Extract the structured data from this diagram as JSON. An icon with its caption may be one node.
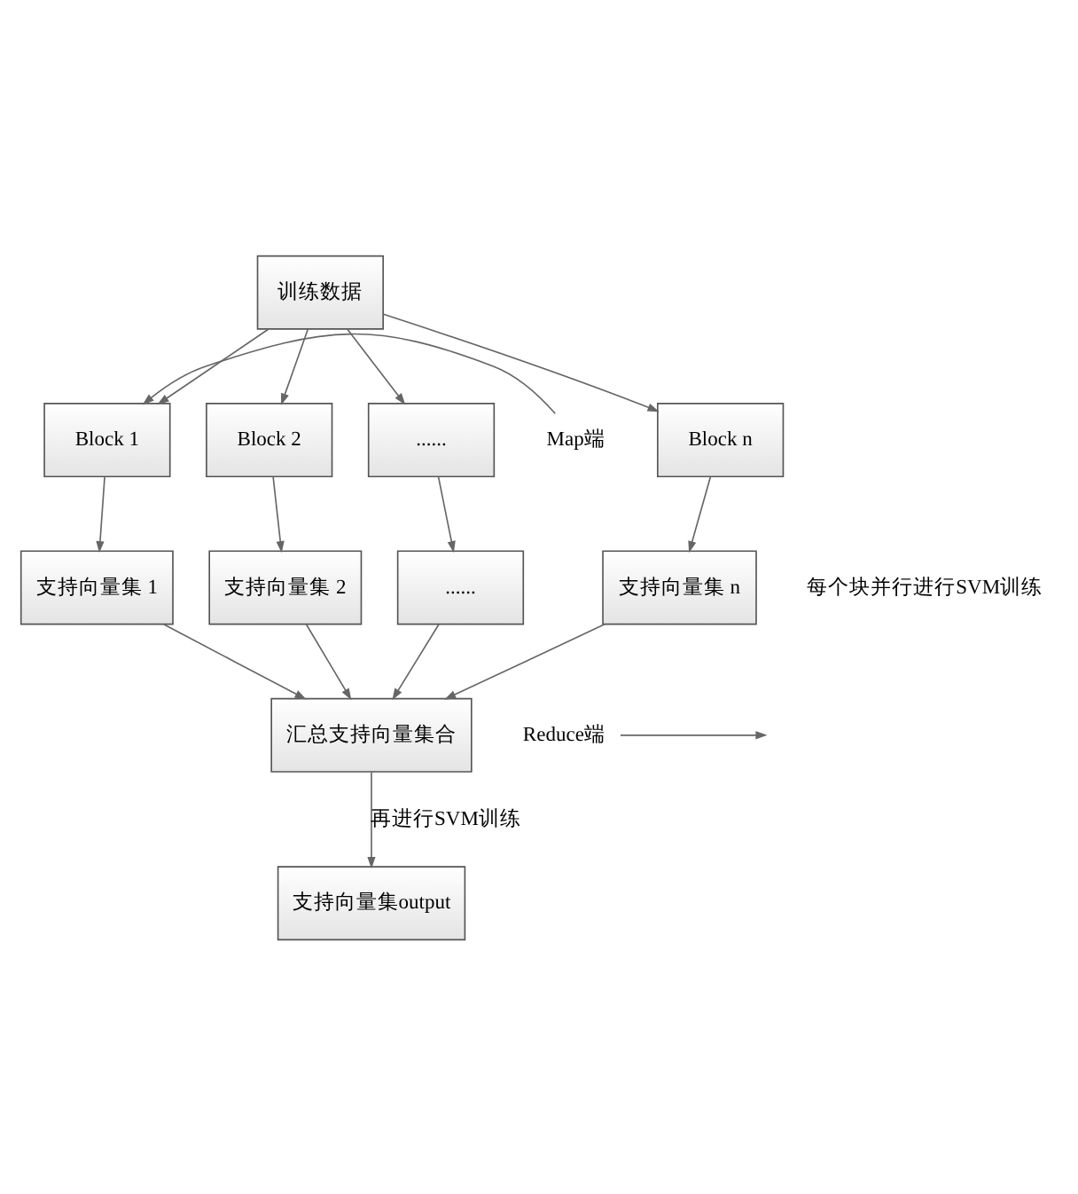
{
  "diagram": {
    "nodes": [
      {
        "text": [
          "训练数据"
        ]
      },
      {
        "text": [
          "Block 1"
        ]
      },
      {
        "text": [
          "Block 2"
        ]
      },
      {
        "text": [
          "......"
        ]
      },
      {
        "text": [
          "Block n"
        ]
      },
      {
        "text": [
          "支持向量集 1"
        ]
      },
      {
        "text": [
          "支持向量集 2"
        ]
      },
      {
        "text": [
          "......"
        ]
      },
      {
        "text": [
          "支持向量集 n"
        ]
      },
      {
        "text": [
          "汇总支持向量集合"
        ]
      },
      {
        "text": [
          "支持向量集output"
        ]
      },
      {
        "text": [
          "Map端"
        ]
      },
      {
        "text": [
          "Reduce端"
        ]
      }
    ],
    "edges": [
      {
        "from": 0,
        "to": 1,
        "arrow": "to"
      },
      {
        "from": 0,
        "to": 2,
        "arrow": "to"
      },
      {
        "from": 0,
        "to": 3,
        "arrow": "to"
      },
      {
        "from": 0,
        "to": 4,
        "arrow": "to"
      },
      {
        "from": 1,
        "to": 5,
        "arrow": "to"
      },
      {
        "from": 2,
        "to": 6,
        "arrow": "to"
      },
      {
        "from": 3,
        "to": 7,
        "arrow": "to"
      },
      {
        "from": 4,
        "to": 8,
        "arrow": "to"
      },
      {
        "from": 5,
        "to": 9,
        "arrow": "to"
      },
      {
        "from": 6,
        "to": 9,
        "arrow": "to"
      },
      {
        "from": 7,
        "to": 9,
        "arrow": "to"
      },
      {
        "from": 8,
        "to": 9,
        "arrow": "to"
      },
      {
        "from": 9,
        "to": 10,
        "label": "再进行SVM训练",
        "arrow": "to"
      },
      {
        "from": 11,
        "to": 1,
        "arrow": "to"
      },
      {
        "from": 12,
        "to": null,
        "arrow": "to"
      }
    ],
    "labels": [
      "每个块并行进行SVM训练"
    ]
  }
}
